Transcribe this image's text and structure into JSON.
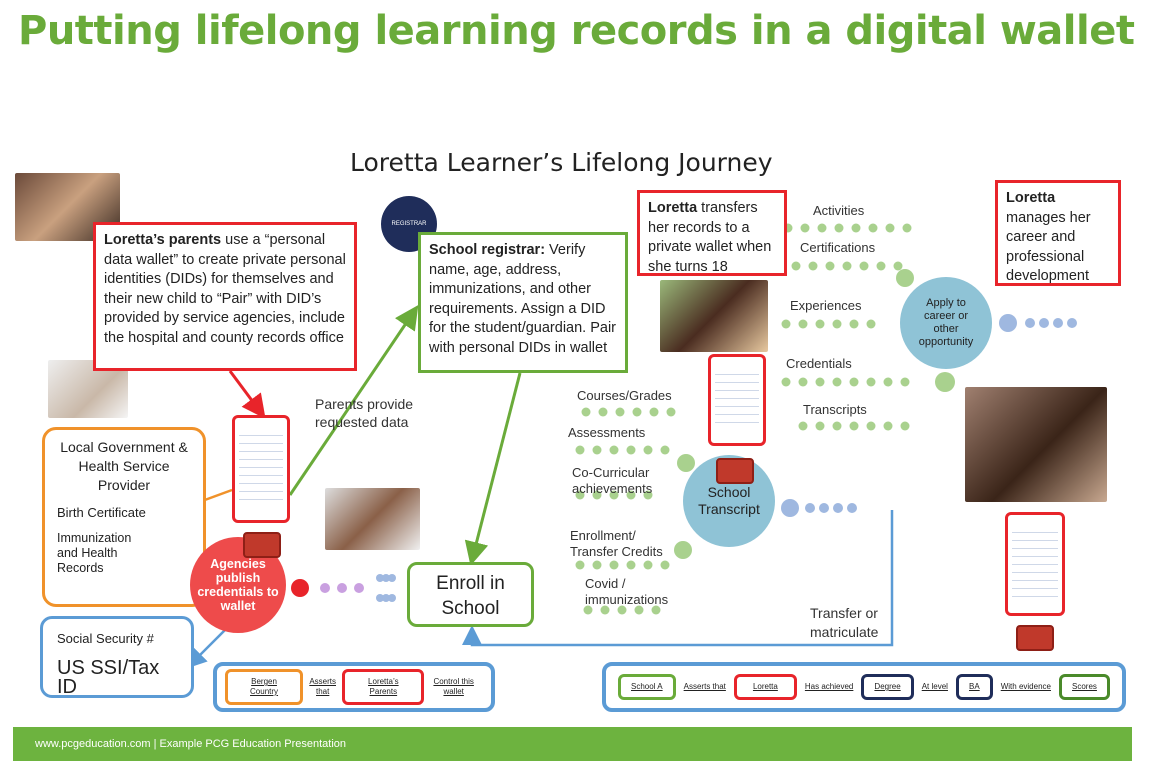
{
  "title": "Putting lifelong learning records in a digital wallet",
  "diagram_title": "Loretta Learner’s Lifelong Journey",
  "boxes": {
    "parents": {
      "bold": "Loretta’s parents",
      "text": " use a “personal data wallet” to create private personal identities (DIDs) for themselves and their new child to “Pair” with DID’s provided by service agencies, include the hospital and county records office"
    },
    "registrar": {
      "bold": "School registrar:",
      "text": " Verify name, age, address, immunizations, and other requirements. Assign a DID for the student/guardian. Pair with personal DIDs in wallet"
    },
    "transfers": {
      "bold": "Loretta",
      "text": " transfers her records to a private wallet when she turns 18"
    },
    "manages": {
      "bold": "Loretta",
      "text": " manages her career and professional development"
    },
    "local_gov": {
      "title": "Local Government & Health Service Provider",
      "birth": "Birth Certificate",
      "immunization": "Immunization and Health Records"
    },
    "ssi": {
      "label": "Social Security #",
      "value": "US SSI/Tax ID"
    },
    "enroll": "Enroll in School"
  },
  "circles": {
    "agencies": "Agencies publish credentials to wallet",
    "transcript": "School Transcript",
    "apply": "Apply to career or other opportunity"
  },
  "registrar_icon_label": "REGISTRAR",
  "labels": {
    "parents_provide": "Parents provide requested data",
    "transfer": "Transfer or matriculate",
    "activities": "Activities",
    "certifications": "Certifications",
    "experiences": "Experiences",
    "credentials": "Credentials",
    "transcripts": "Transcripts",
    "courses": "Courses/Grades",
    "assessments": "Assessments",
    "cocurricular": "Co-Curricular achievements",
    "enrollment": "Enrollment/ Transfer Credits",
    "covid": "Covid / immunizations"
  },
  "legend_left": [
    "Bergen Country",
    "Asserts that",
    "Loretta’s Parents",
    "Control this wallet"
  ],
  "legend_right": [
    "School A",
    "Asserts that",
    "Loretta",
    "Has achieved",
    "Degree",
    "At level",
    "BA",
    "With evidence",
    "Scores"
  ],
  "footer": "www.pcgeducation.com  | Example  PCG Education Presentation",
  "colors": {
    "green": "#6aab3a",
    "red": "#e8242a",
    "orange": "#f0922a",
    "blue": "#5b9bd5",
    "navy": "#1f2d5a",
    "dot": "#a9d18e"
  }
}
